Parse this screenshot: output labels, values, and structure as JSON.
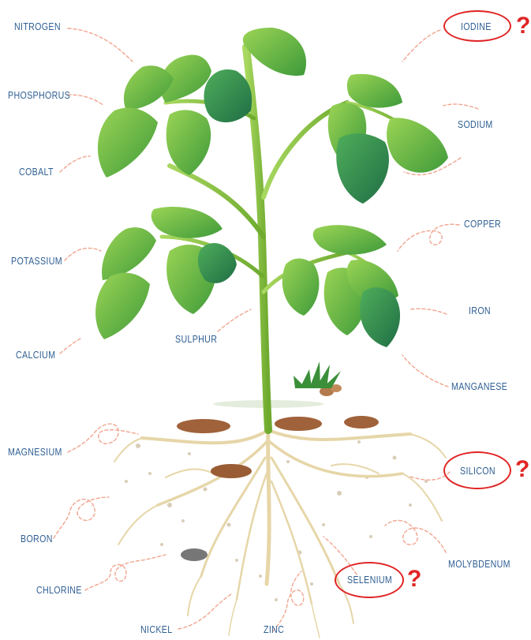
{
  "nutrients": {
    "nitrogen": "NITROGEN",
    "phosphorus": "PHOSPHORUS",
    "cobalt": "COBALT",
    "potassium": "POTASSIUM",
    "calcium": "CALCIUM",
    "sulphur": "SULPHUR",
    "magnesium": "MAGNESIUM",
    "boron": "BORON",
    "chlorine": "CHLORINE",
    "nickel": "NICKEL",
    "zinc": "ZINC",
    "iodine": "IODINE",
    "sodium": "SODIUM",
    "copper": "COPPER",
    "iron": "IRON",
    "manganese": "MANGANESE",
    "silicon": "SILICON",
    "molybdenum": "MOLYBDENUM",
    "selenium": "SELENIUM"
  },
  "questioned": {
    "mark": "?",
    "items": [
      "IODINE",
      "SILICON",
      "SELENIUM"
    ]
  },
  "colors": {
    "label_text": "#2f5f93",
    "arrow": "#f0a58f",
    "highlight": "#e02424",
    "leaf_light": "#7cc13a",
    "leaf_dark": "#2f8a52",
    "stem": "#8cc63f",
    "root": "#e6d6a8",
    "soil_stone": "#a0623a"
  }
}
